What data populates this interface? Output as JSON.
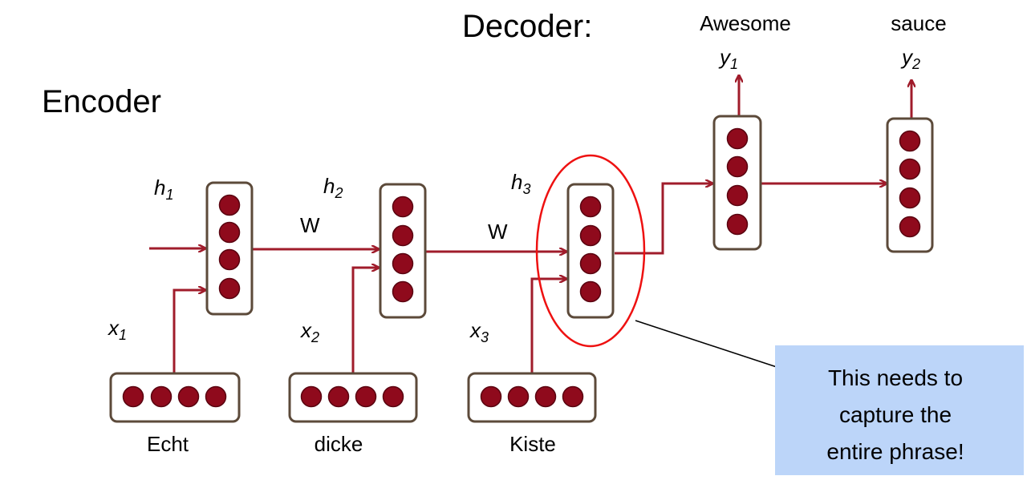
{
  "titles": {
    "encoder": "Encoder",
    "decoder": "Decoder:"
  },
  "encoder": {
    "steps": [
      {
        "hidden": "h",
        "hidden_sub": "1",
        "input": "x",
        "input_sub": "1",
        "word": "Echt"
      },
      {
        "hidden": "h",
        "hidden_sub": "2",
        "input": "x",
        "input_sub": "2",
        "word": "dicke"
      },
      {
        "hidden": "h",
        "hidden_sub": "3",
        "input": "x",
        "input_sub": "3",
        "word": "Kiste"
      }
    ],
    "weight_labels": [
      "W",
      "W"
    ]
  },
  "decoder": {
    "steps": [
      {
        "output": "y",
        "output_sub": "1",
        "word": "Awesome"
      },
      {
        "output": "y",
        "output_sub": "2",
        "word": "sauce"
      }
    ]
  },
  "callout": {
    "lines": [
      "This needs to",
      "capture the",
      "entire phrase!"
    ],
    "background": "#bcd5f9"
  },
  "colors": {
    "arrow": "#a01c2b",
    "node": "#8f0a1c",
    "box_border": "#5c4a3a",
    "highlight": "#ee1111"
  }
}
